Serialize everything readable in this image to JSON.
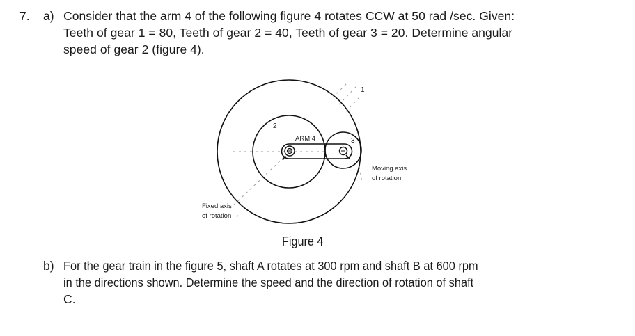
{
  "question": {
    "number": "7.",
    "parts": [
      {
        "label": "a)",
        "lines": [
          "Consider that the arm 4 of the following figure 4 rotates CCW at 50 rad /sec. Given:",
          "Teeth of gear 1 = 80, Teeth of gear 2 = 40, Teeth of gear 3 = 20. Determine angular",
          "speed of gear 2 (figure 4)."
        ]
      },
      {
        "label": "b)",
        "lines": [
          "For the gear train in the figure 5, shaft A rotates at 300 rpm and shaft B at 600 rpm",
          "in the directions shown. Determine the speed and the direction of rotation of shaft",
          "C."
        ]
      }
    ]
  },
  "figure": {
    "caption": "Figure 4",
    "labels": {
      "gear1": "1",
      "gear2": "2",
      "gear3": "3",
      "arm": "ARM 4",
      "moving_axis_line1": "Moving axis",
      "moving_axis_line2": "of rotation",
      "fixed_axis_line1": "Fixed axis",
      "fixed_axis_line2": "of rotation"
    },
    "given": {
      "arm_speed": "50 rad/sec",
      "arm_direction": "CCW",
      "teeth_gear_1": 80,
      "teeth_gear_2": 40,
      "teeth_gear_3": 20
    }
  }
}
